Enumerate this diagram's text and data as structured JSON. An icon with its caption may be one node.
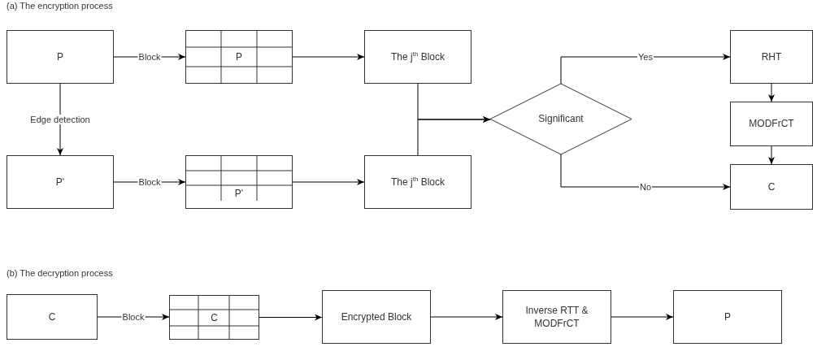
{
  "diagram": {
    "nodes": [
      {
        "text": [
          "P"
        ]
      },
      {
        "text": [
          "P"
        ]
      },
      {
        "text": [
          "The j$^{th}$ Block"
        ]
      },
      {
        "text": [
          "Significant"
        ]
      },
      {
        "text": [
          "RHT"
        ]
      },
      {
        "text": [
          "MODFrCT"
        ]
      },
      {
        "text": [
          "C"
        ]
      },
      {
        "text": [
          "P'"
        ]
      },
      {
        "text": [
          "P'"
        ]
      },
      {
        "text": [
          "The j$^{th}$ Block"
        ]
      },
      {
        "text": [
          "C"
        ]
      },
      {
        "text": [
          "C"
        ]
      },
      {
        "text": [
          "Encrypted Block"
        ]
      },
      {
        "text": [
          "Inverse RTT & MODFrCT"
        ]
      },
      {
        "text": [
          "P"
        ]
      }
    ],
    "edges": [
      {
        "from": 0,
        "to": 1,
        "arrow": "to",
        "label": "Block"
      },
      {
        "from": 1,
        "to": 2,
        "arrow": "to"
      },
      {
        "from": 0,
        "to": 7,
        "arrow": "to",
        "label": "Edge detection"
      },
      {
        "from": 7,
        "to": 8,
        "arrow": "to",
        "label": "Block"
      },
      {
        "from": 8,
        "to": 9,
        "arrow": "to"
      },
      {
        "from": 2,
        "to": 3,
        "arrow": "to"
      },
      {
        "from": 9,
        "to": 3,
        "arrow": "to"
      },
      {
        "from": 3,
        "to": 4,
        "arrow": "to",
        "label": "Yes"
      },
      {
        "from": 3,
        "to": 6,
        "arrow": "to",
        "label": "No"
      },
      {
        "from": 4,
        "to": 5,
        "arrow": "to"
      },
      {
        "from": 5,
        "to": 6,
        "arrow": "to"
      },
      {
        "from": 10,
        "to": 11,
        "arrow": "to",
        "label": "Block"
      },
      {
        "from": 11,
        "to": 12,
        "arrow": "to"
      },
      {
        "from": 12,
        "to": 13,
        "arrow": "to"
      },
      {
        "from": 13,
        "to": 14,
        "arrow": "to"
      }
    ],
    "labels": [
      "(a) The encryption process",
      "(b) The decryption process"
    ]
  }
}
